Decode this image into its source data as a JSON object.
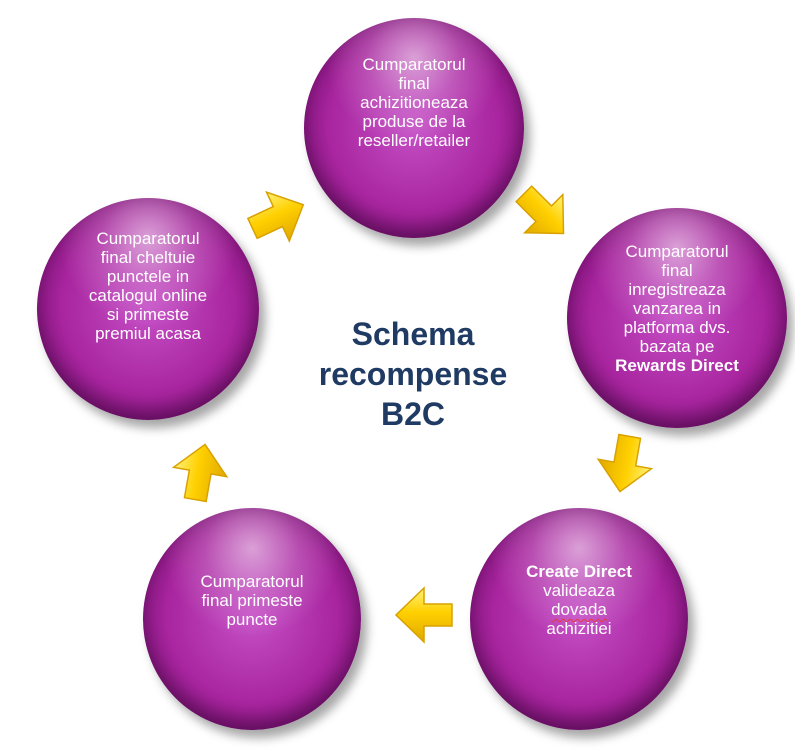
{
  "title": [
    "Schema",
    "recompense",
    "B2C"
  ],
  "steps": {
    "top": {
      "lines": [
        "Cumparatorul",
        "final",
        "achizitioneaza",
        "produse de la",
        "reseller/retailer"
      ]
    },
    "right": {
      "lines": [
        "Cumparatorul",
        "final",
        "inregistreaza",
        "vanzarea in",
        "platforma dvs.",
        "bazata pe"
      ],
      "bold_line": "Rewards Direct"
    },
    "bottom_right": {
      "bold_line": "Create Direct",
      "lines": [
        "valideaza",
        "dovada",
        "achizitiei"
      ]
    },
    "bottom_left": {
      "lines": [
        "Cumparatorul",
        "final primeste",
        "puncte"
      ]
    },
    "left": {
      "lines": [
        "Cumparatorul",
        "final cheltuie",
        "punctele in",
        "catalogul online",
        "si primeste",
        "premiul acasa"
      ]
    }
  },
  "colors": {
    "circle": "#a8259f",
    "arrow": "#f7c600",
    "title": "#1f3a63",
    "text": "#ffffff"
  },
  "icons": {
    "arrow_top_right": "arrow-down-right-icon",
    "arrow_right": "arrow-down-icon",
    "arrow_bottom": "arrow-left-icon",
    "arrow_left": "arrow-up-icon",
    "arrow_top_left": "arrow-up-right-icon"
  }
}
